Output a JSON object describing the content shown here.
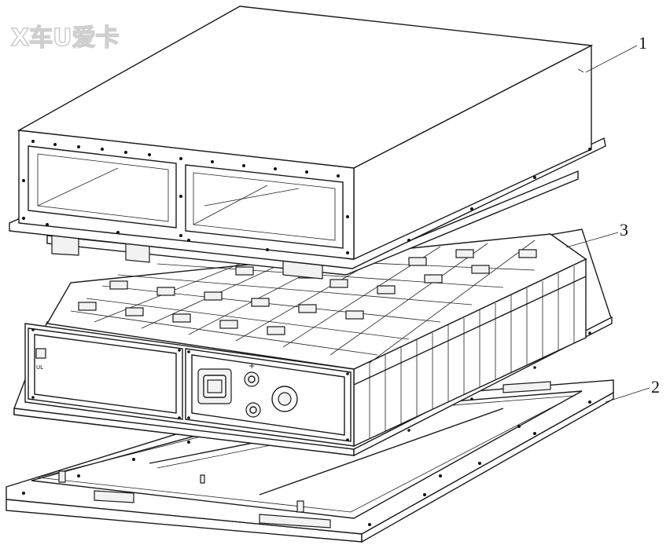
{
  "watermark": {
    "text": "X车U爱卡"
  },
  "callouts": [
    {
      "id": "1",
      "label": "1"
    },
    {
      "id": "2",
      "label": "2"
    },
    {
      "id": "3",
      "label": "3"
    }
  ],
  "panel_marks": {
    "left_plate": "UL",
    "plus_terminal": "+"
  },
  "colors": {
    "line": "#1a1a1a",
    "background": "#ffffff",
    "watermark": "#cfcfcf"
  }
}
